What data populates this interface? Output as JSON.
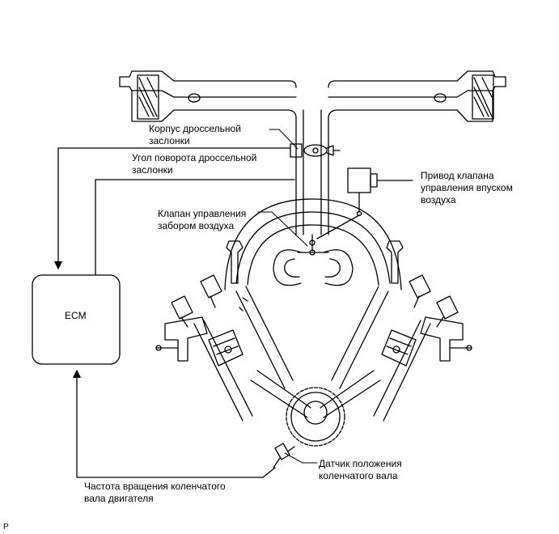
{
  "labels": {
    "throttle_body": [
      "Корпус дроссельной",
      "заслонки"
    ],
    "throttle_angle": [
      "Угол поворота дроссельной",
      "заслонки"
    ],
    "actuator": [
      "Привод клапана",
      "управления впуском",
      "воздуха"
    ],
    "intake_valve": [
      "Клапан управления",
      "забором воздуха"
    ],
    "ecm": "ECM",
    "engine_speed": [
      "Частота вращения коленчатого",
      "вала двигателя"
    ],
    "crank_sensor": [
      "Датчик положения",
      "коленчатого вала"
    ],
    "corner_mark": "P"
  },
  "colors": {
    "line": "#000000",
    "background": "#ffffff"
  }
}
